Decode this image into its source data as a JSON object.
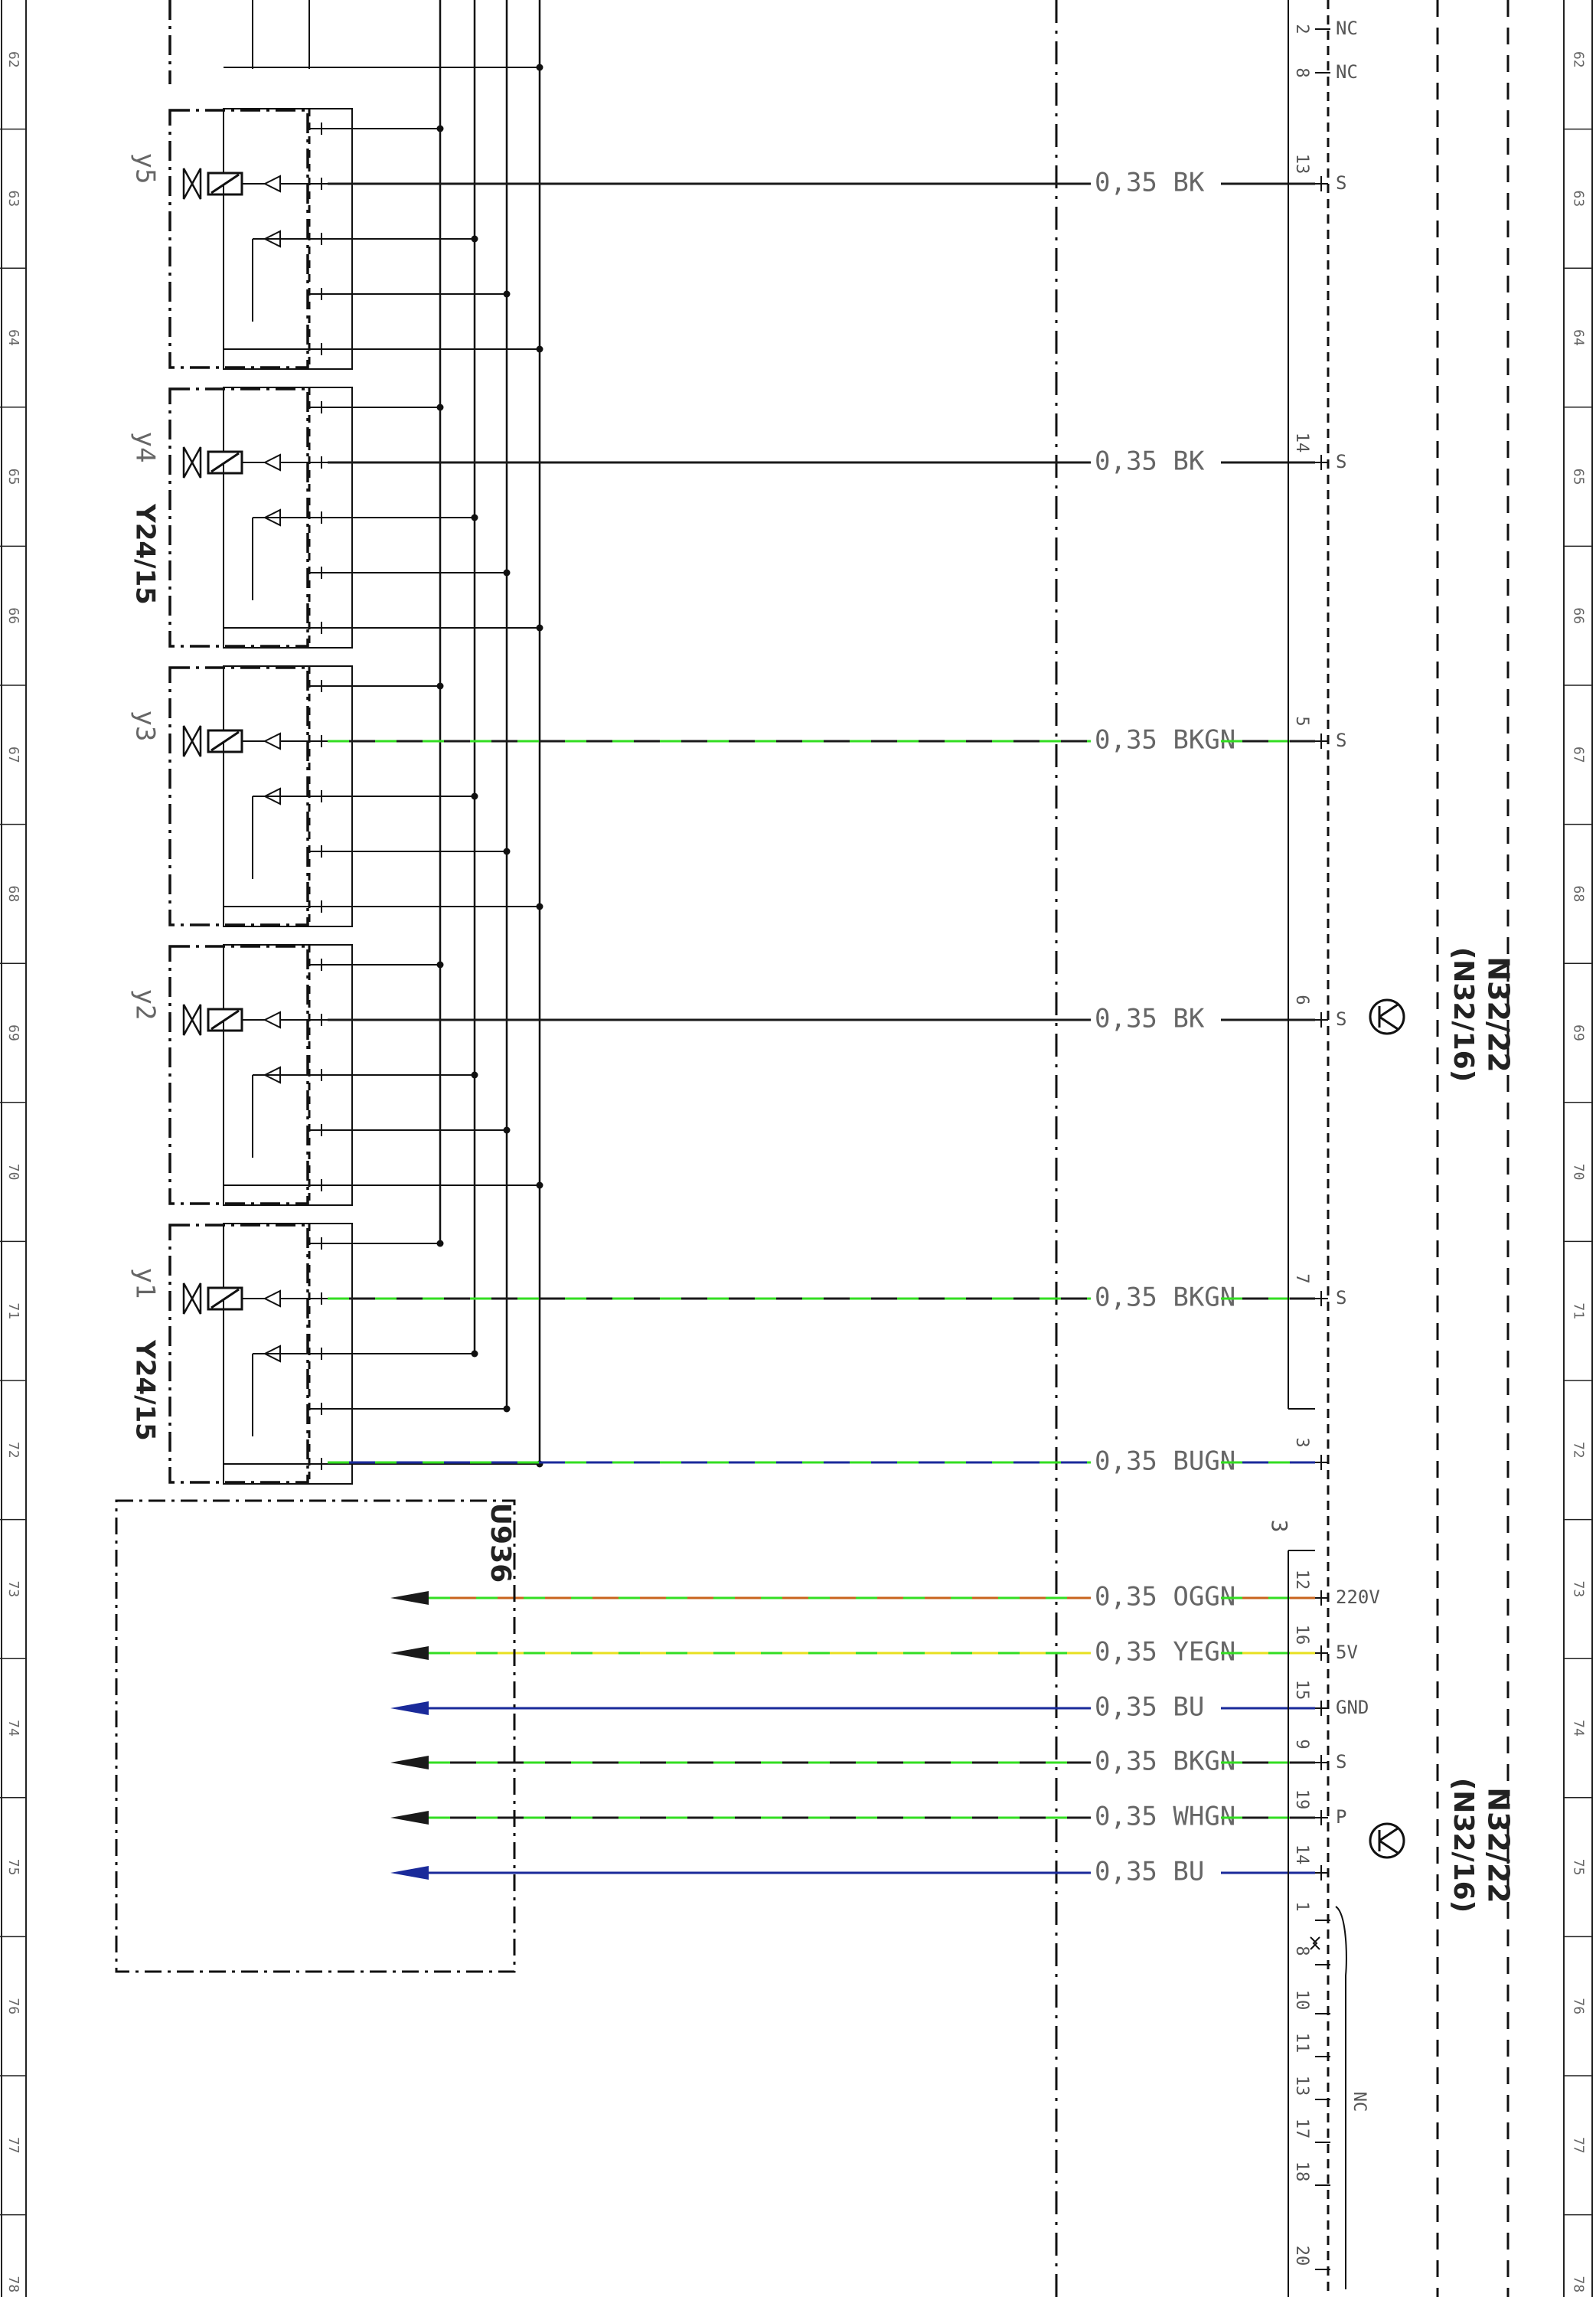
{
  "grid_rows": [
    "62",
    "63",
    "64",
    "65",
    "66",
    "67",
    "68",
    "69",
    "70",
    "71",
    "72",
    "73",
    "74",
    "75",
    "76",
    "77",
    "78"
  ],
  "valves": [
    {
      "id": "y5",
      "label": "y5",
      "group_label": ""
    },
    {
      "id": "y4",
      "label": "y4",
      "group_label": "Y24/15"
    },
    {
      "id": "y3",
      "label": "y3",
      "group_label": ""
    },
    {
      "id": "y2",
      "label": "y2",
      "group_label": ""
    },
    {
      "id": "y1",
      "label": "y1",
      "group_label": "Y24/15"
    }
  ],
  "module_label": "U936",
  "connector_ref": "3",
  "control_unit": {
    "label": "N32/22",
    "sublabel": "(N32/16)"
  },
  "top_pins": [
    {
      "pin": "2",
      "signal": "NC"
    },
    {
      "pin": "8",
      "signal": "NC"
    }
  ],
  "valve_wires": [
    {
      "valve": "y5",
      "pin": "13",
      "signal": "S",
      "gauge_color": "0,35 BK",
      "colors": [
        "#1a1a1a"
      ]
    },
    {
      "valve": "y4",
      "pin": "14",
      "signal": "S",
      "gauge_color": "0,35 BK",
      "colors": [
        "#1a1a1a"
      ]
    },
    {
      "valve": "y3",
      "pin": "5",
      "signal": "S",
      "gauge_color": "0,35 BKGN",
      "colors": [
        "#1a1a1a",
        "#33dd22"
      ]
    },
    {
      "valve": "y2",
      "pin": "6",
      "signal": "S",
      "gauge_color": "0,35 BK",
      "colors": [
        "#1a1a1a"
      ]
    },
    {
      "valve": "y1",
      "pin": "7",
      "signal": "S",
      "gauge_color": "0,35 BKGN",
      "colors": [
        "#1a1a1a",
        "#33dd22"
      ]
    },
    {
      "valve": "common",
      "pin": "3",
      "signal": "",
      "gauge_color": "0,35 BUGN",
      "colors": [
        "#1a2a9a",
        "#33dd22"
      ]
    }
  ],
  "sensor_wires": [
    {
      "pin": "12",
      "signal": "220V",
      "gauge_color": "0,35 OGGN",
      "colors": [
        "#c8641e",
        "#33dd22"
      ]
    },
    {
      "pin": "16",
      "signal": "5V",
      "gauge_color": "0,35 YEGN",
      "colors": [
        "#e8e020",
        "#33dd22"
      ]
    },
    {
      "pin": "15",
      "signal": "GND",
      "gauge_color": "0,35 BU",
      "colors": [
        "#1a2a9a"
      ]
    },
    {
      "pin": "9",
      "signal": "S",
      "gauge_color": "0,35 BKGN",
      "colors": [
        "#1a1a1a",
        "#33dd22"
      ]
    },
    {
      "pin": "19",
      "signal": "P",
      "gauge_color": "0,35 WHGN",
      "colors": [
        "#1a1a1a",
        "#33dd22"
      ]
    },
    {
      "pin": "14",
      "signal": "",
      "gauge_color": "0,35 BU",
      "colors": [
        "#1a2a9a"
      ]
    }
  ],
  "nc_pins": [
    "1",
    "8",
    "10",
    "11",
    "13",
    "17",
    "18",
    "20"
  ],
  "nc_label": "NC"
}
